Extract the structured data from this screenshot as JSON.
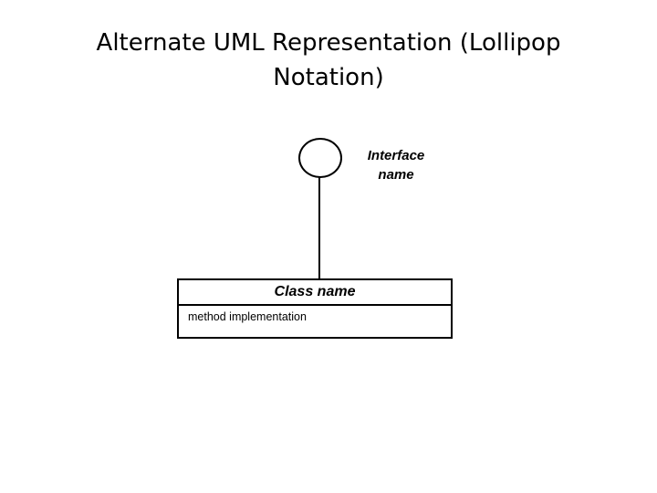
{
  "slide": {
    "title": "Alternate UML Representation (Lollipop Notation)",
    "background_color": "#ffffff",
    "stroke_color": "#000000",
    "text_color": "#000000"
  },
  "diagram": {
    "type": "uml-lollipop-notation",
    "interface": {
      "label": "Interface\nname",
      "shape": "circle",
      "icon_name": "lollipop-circle"
    },
    "connector": {
      "label": "",
      "icon_name": "vertical-connector-line"
    },
    "class": {
      "name": "Class name",
      "members": [
        "method implementation"
      ]
    }
  }
}
